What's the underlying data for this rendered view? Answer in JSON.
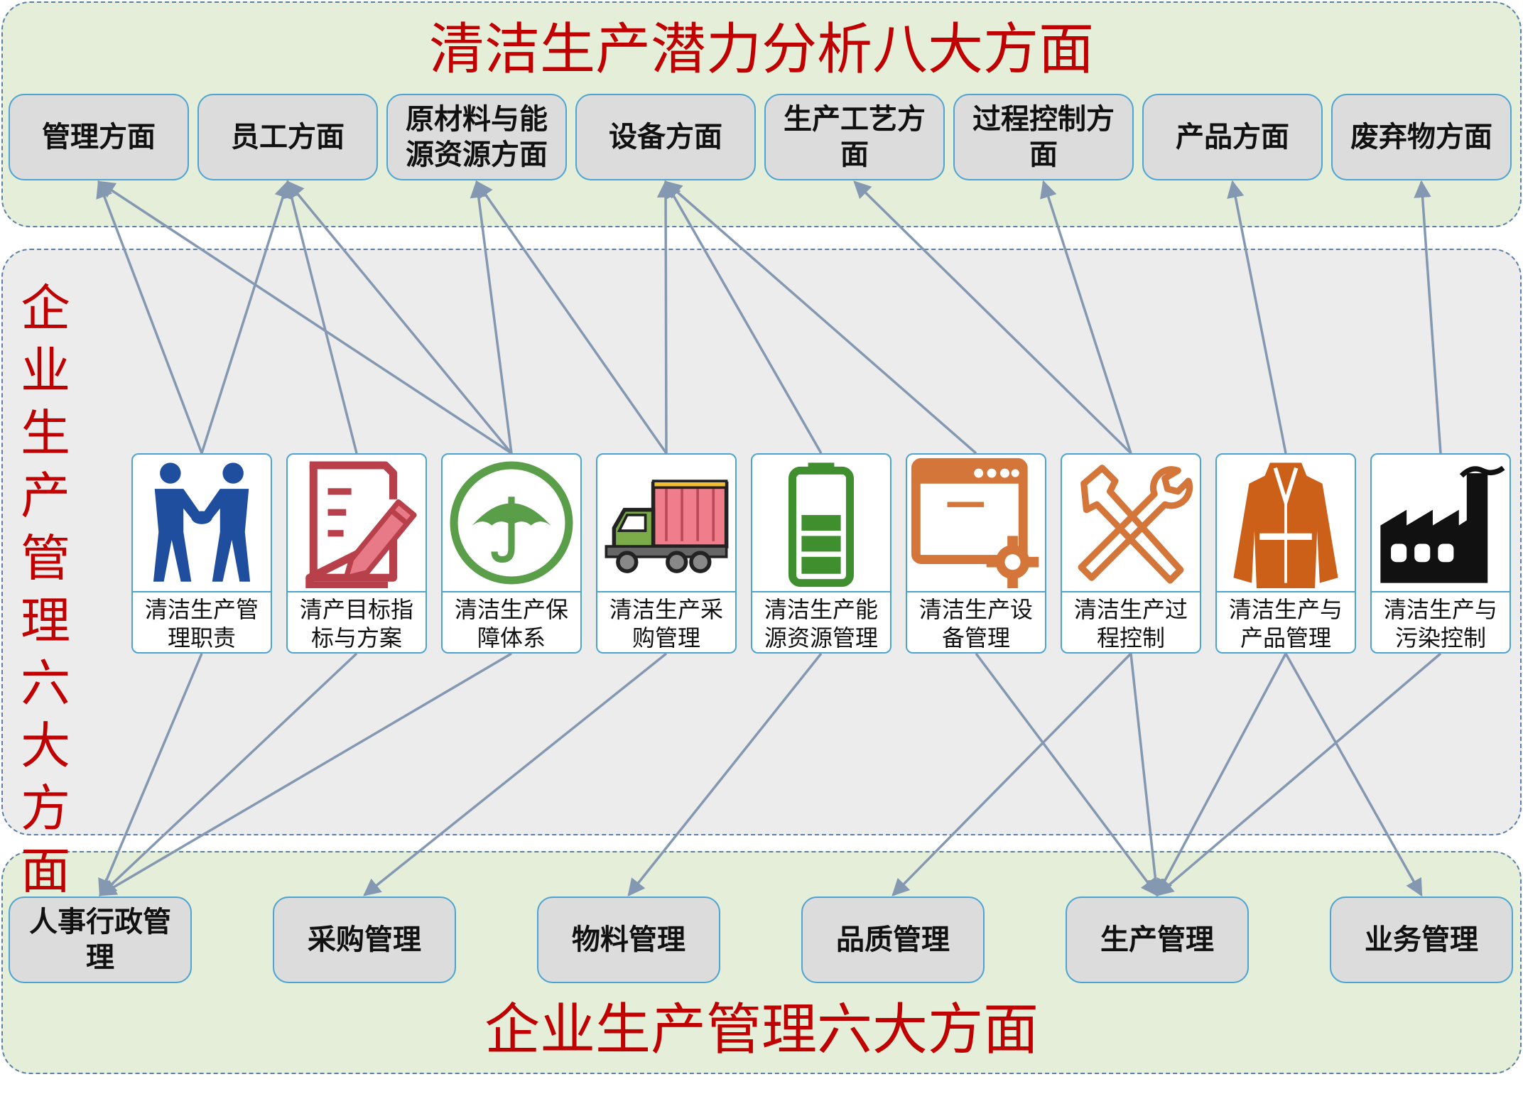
{
  "titles": {
    "top": "清洁生产潜力分析八大方面",
    "side": "企业生产管理六大方面",
    "bottom": "企业生产管理六大方面"
  },
  "top_aspects": [
    "管理方面",
    "员工方面",
    "原材料与能源资源方面",
    "设备方面",
    "生产工艺方面",
    "过程控制方面",
    "产品方面",
    "废弃物方面"
  ],
  "middle_items": [
    {
      "label": "清洁生产管理职责",
      "icon": "handshake-icon",
      "color": "#1f4e9e"
    },
    {
      "label": "清产目标指标与方案",
      "icon": "document-pencil-icon",
      "color": "#b8404a"
    },
    {
      "label": "清洁生产保障体系",
      "icon": "umbrella-icon",
      "color": "#5a9e4a"
    },
    {
      "label": "清洁生产采购管理",
      "icon": "truck-icon",
      "color": "#e06070"
    },
    {
      "label": "清洁生产能源资源管理",
      "icon": "battery-icon",
      "color": "#3f8f2f"
    },
    {
      "label": "清洁生产设备管理",
      "icon": "equipment-gear-icon",
      "color": "#d4763a"
    },
    {
      "label": "清洁生产过程控制",
      "icon": "tools-icon",
      "color": "#d4763a"
    },
    {
      "label": "清洁生产与产品管理",
      "icon": "coat-icon",
      "color": "#cc6018"
    },
    {
      "label": "清洁生产与污染控制",
      "icon": "factory-icon",
      "color": "#111111"
    }
  ],
  "bottom_aspects": [
    "人事行政管理",
    "采购管理",
    "物料管理",
    "品质管理",
    "生产管理",
    "业务管理"
  ],
  "links_up": [
    [
      0,
      0
    ],
    [
      0,
      1
    ],
    [
      1,
      1
    ],
    [
      2,
      0
    ],
    [
      2,
      1
    ],
    [
      2,
      2
    ],
    [
      3,
      2
    ],
    [
      3,
      3
    ],
    [
      4,
      3
    ],
    [
      5,
      3
    ],
    [
      6,
      4
    ],
    [
      6,
      5
    ],
    [
      7,
      6
    ],
    [
      8,
      7
    ]
  ],
  "links_down": [
    [
      0,
      0
    ],
    [
      1,
      0
    ],
    [
      2,
      0
    ],
    [
      3,
      1
    ],
    [
      4,
      2
    ],
    [
      5,
      4
    ],
    [
      6,
      3
    ],
    [
      6,
      4
    ],
    [
      7,
      4
    ],
    [
      7,
      5
    ],
    [
      8,
      4
    ]
  ],
  "colors": {
    "panel_green": "#e4eed9",
    "panel_gray": "#ececec",
    "title_red": "#c00000",
    "box_border": "#4ea4d0",
    "arrow": "#8498b2"
  }
}
